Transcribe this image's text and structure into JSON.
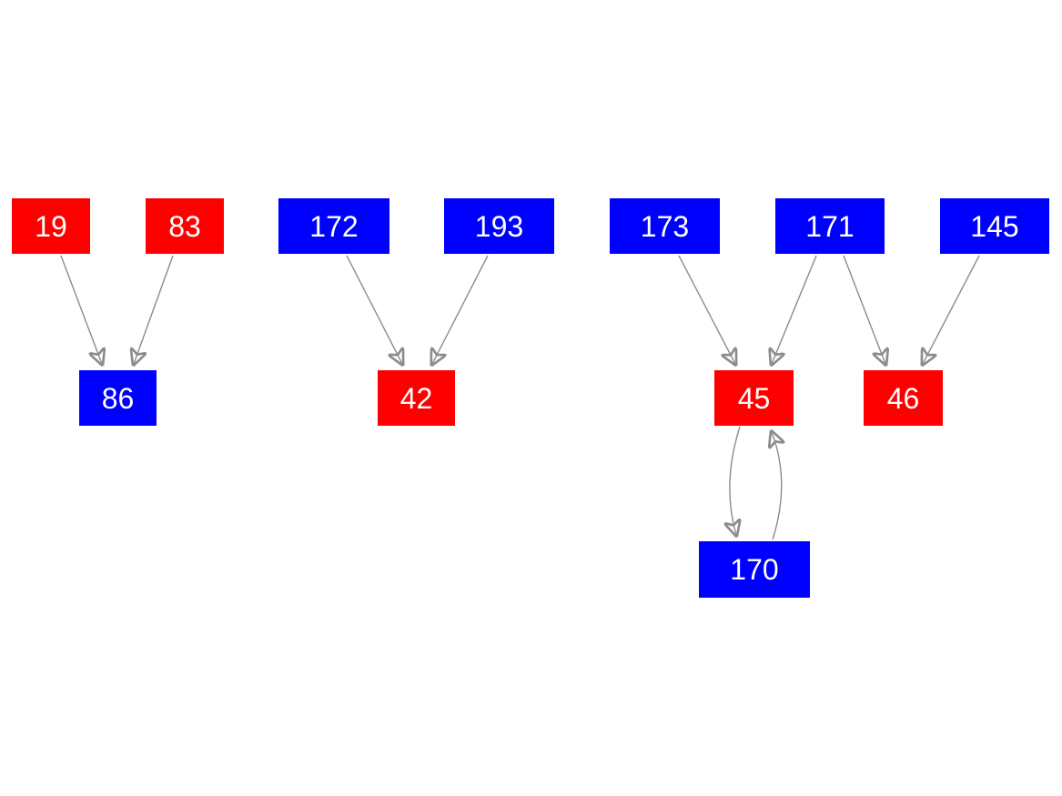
{
  "diagram": {
    "type": "graph",
    "background_color": "#ffffff",
    "edge_color": "#8c8c8c",
    "text_color": "#ffffff",
    "node_colors": {
      "red": "#ff0000",
      "blue": "#0000ff"
    },
    "nodes": [
      {
        "id": "19",
        "label": "19",
        "color": "red"
      },
      {
        "id": "83",
        "label": "83",
        "color": "red"
      },
      {
        "id": "172",
        "label": "172",
        "color": "blue"
      },
      {
        "id": "193",
        "label": "193",
        "color": "blue"
      },
      {
        "id": "173",
        "label": "173",
        "color": "blue"
      },
      {
        "id": "171",
        "label": "171",
        "color": "blue"
      },
      {
        "id": "145",
        "label": "145",
        "color": "blue"
      },
      {
        "id": "86",
        "label": "86",
        "color": "blue"
      },
      {
        "id": "42",
        "label": "42",
        "color": "red"
      },
      {
        "id": "45",
        "label": "45",
        "color": "red"
      },
      {
        "id": "46",
        "label": "46",
        "color": "red"
      },
      {
        "id": "170",
        "label": "170",
        "color": "blue"
      }
    ],
    "edges": [
      {
        "from": "19",
        "to": "86"
      },
      {
        "from": "83",
        "to": "86"
      },
      {
        "from": "172",
        "to": "42"
      },
      {
        "from": "193",
        "to": "42"
      },
      {
        "from": "173",
        "to": "45"
      },
      {
        "from": "171",
        "to": "45"
      },
      {
        "from": "171",
        "to": "46"
      },
      {
        "from": "145",
        "to": "46"
      },
      {
        "from": "45",
        "to": "170",
        "curved": true
      },
      {
        "from": "170",
        "to": "45",
        "curved": true
      }
    ]
  }
}
